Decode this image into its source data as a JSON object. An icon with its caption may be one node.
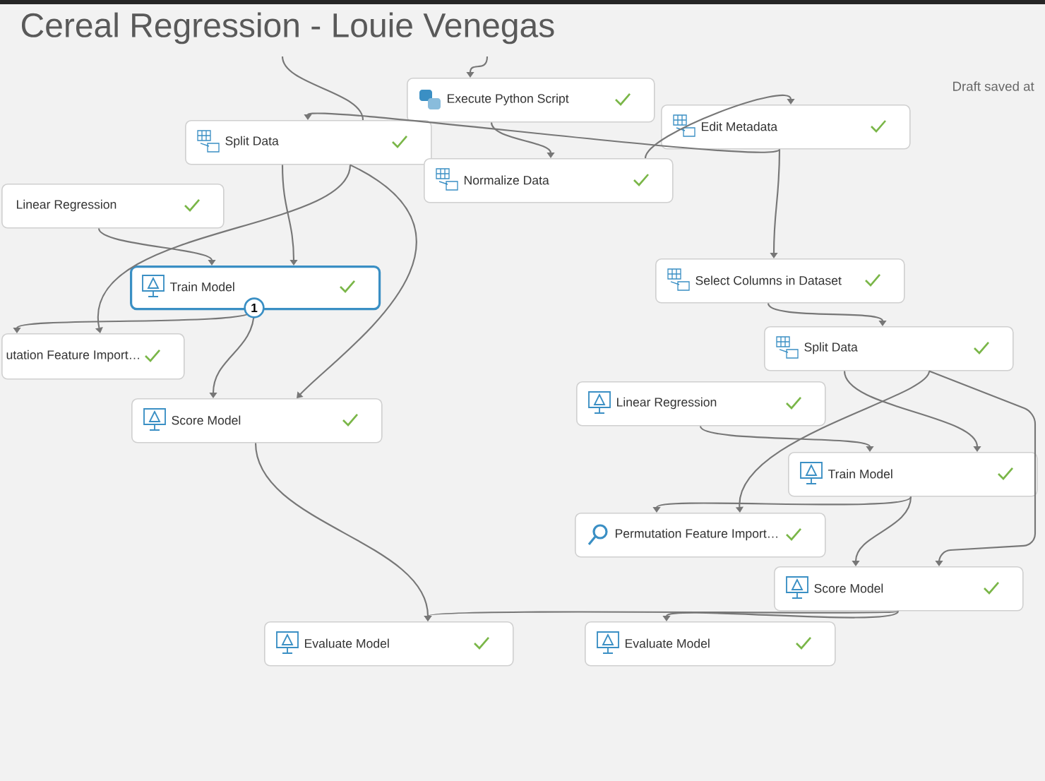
{
  "diagram": {
    "title": "Cereal Regression - Louie Venegas",
    "nodes": [
      {
        "text": [
          "Execute Python Script"
        ]
      },
      {
        "text": [
          "Edit Metadata"
        ]
      },
      {
        "text": [
          "Split Data"
        ]
      },
      {
        "text": [
          "Normalize Data"
        ]
      },
      {
        "text": [
          "Linear Regression"
        ]
      },
      {
        "text": [
          "Train Model"
        ]
      },
      {
        "text": [
          "utation Feature Import…"
        ]
      },
      {
        "text": [
          "Score Model"
        ]
      },
      {
        "text": [
          "Evaluate Model"
        ]
      },
      {
        "text": [
          "Select Columns in Dataset"
        ]
      },
      {
        "text": [
          "Split Data"
        ]
      },
      {
        "text": [
          "Linear Regression"
        ]
      },
      {
        "text": [
          "Train Model"
        ]
      },
      {
        "text": [
          "Permutation Feature Import…"
        ]
      },
      {
        "text": [
          "Score Model"
        ]
      },
      {
        "text": [
          "Evaluate Model"
        ]
      }
    ],
    "edges": [
      {
        "from": null,
        "to": 0,
        "arrow": "to"
      },
      {
        "from": 0,
        "to": 3,
        "arrow": "to"
      },
      {
        "from": 3,
        "to": 1,
        "arrow": "to"
      },
      {
        "from": 1,
        "to": 2,
        "arrow": "to"
      },
      {
        "from": 1,
        "to": 9,
        "arrow": "to"
      },
      {
        "from": null,
        "to": 2,
        "arrow": "none"
      },
      {
        "from": 4,
        "to": 5,
        "arrow": "to"
      },
      {
        "from": 2,
        "to": 5,
        "arrow": "to"
      },
      {
        "from": 2,
        "to": 6,
        "arrow": "to"
      },
      {
        "from": 2,
        "to": 7,
        "arrow": "to"
      },
      {
        "from": 5,
        "to": 6,
        "arrow": "to"
      },
      {
        "from": 5,
        "to": 7,
        "arrow": "to"
      },
      {
        "from": 7,
        "to": 8,
        "arrow": "to"
      },
      {
        "from": 14,
        "to": 8,
        "arrow": "to"
      },
      {
        "from": 9,
        "to": 10,
        "arrow": "to"
      },
      {
        "from": 10,
        "to": 12,
        "arrow": "to"
      },
      {
        "from": 10,
        "to": 13,
        "arrow": "to"
      },
      {
        "from": 10,
        "to": 14,
        "arrow": "to"
      },
      {
        "from": 11,
        "to": 12,
        "arrow": "to"
      },
      {
        "from": 12,
        "to": 13,
        "arrow": "to"
      },
      {
        "from": 12,
        "to": 14,
        "arrow": "to"
      },
      {
        "from": 14,
        "to": 15,
        "arrow": "to"
      }
    ],
    "labels": [
      "Draft saved at",
      "1"
    ]
  }
}
